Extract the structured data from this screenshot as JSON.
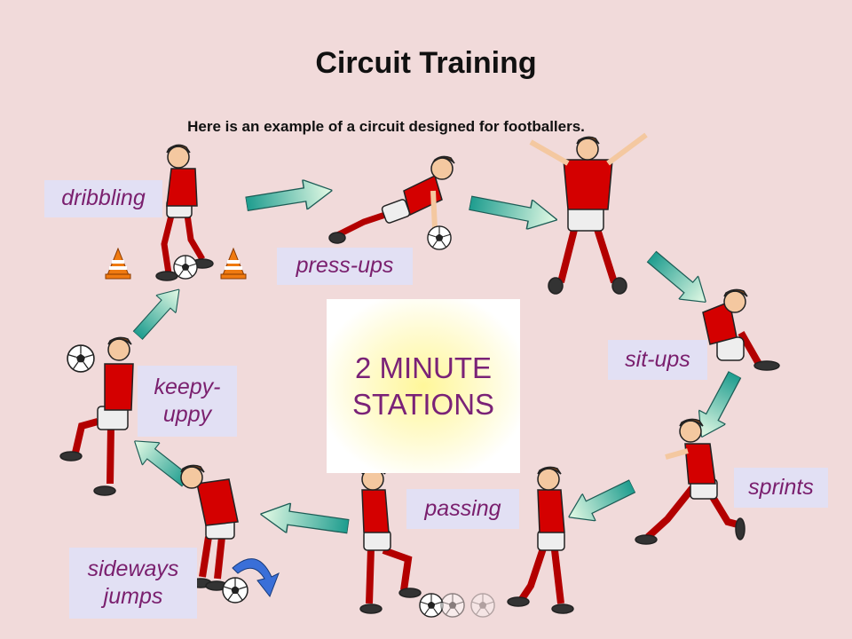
{
  "title": "Circuit Training",
  "subtitle": "Here is an example of a circuit designed for footballers.",
  "center": {
    "line1": "2 MINUTE",
    "line2": "STATIONS"
  },
  "stations": {
    "dribbling": "dribbling",
    "press_ups": "press-ups",
    "sit_ups": "sit-ups",
    "sprints": "sprints",
    "passing": "passing",
    "sideways_1": "sideways",
    "sideways_2": "jumps",
    "keepy_1": "keepy-",
    "keepy_2": "uppy"
  },
  "colors": {
    "background": "#f1dada",
    "label_bg": "#e2e0f4",
    "label_text": "#7a1f6e",
    "shirt": "#d40000",
    "arrow_start": "#1d9c8e",
    "arrow_end": "#e6fbe6",
    "cone": "#f07a10"
  }
}
